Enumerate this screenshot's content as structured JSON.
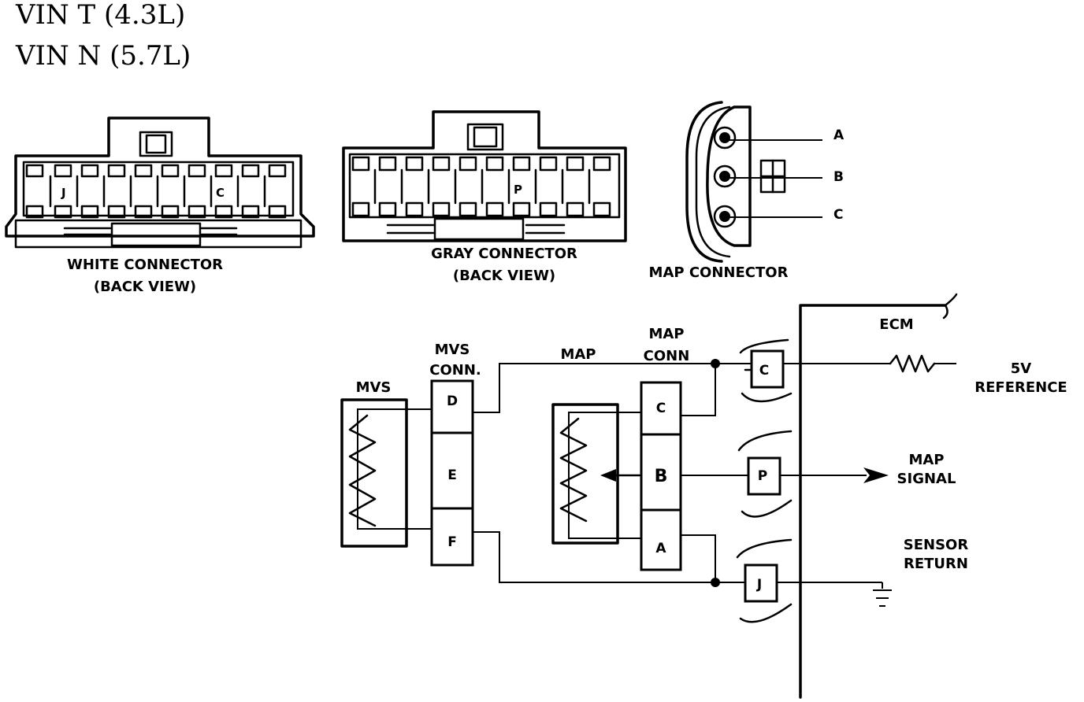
{
  "header": {
    "line1": "VIN  T  (4.3L)",
    "line2": "VIN  N  (5.7L)"
  },
  "connectors": {
    "white": {
      "pin_j": "J",
      "pin_c": "C",
      "label1": "WHITE CONNECTOR",
      "label2": "(BACK VIEW)"
    },
    "gray": {
      "pin_p": "P",
      "label1": "GRAY CONNECTOR",
      "label2": "(BACK VIEW)"
    },
    "map": {
      "pin_a": "A",
      "pin_b": "B",
      "pin_c": "C",
      "label": "MAP CONNECTOR"
    }
  },
  "schematic": {
    "mvs_label": "MVS",
    "mvs_conn_label1": "MVS",
    "mvs_conn_label2": "CONN.",
    "mvs_pins": [
      "D",
      "E",
      "F"
    ],
    "map_label": "MAP",
    "map_conn_label1": "MAP",
    "map_conn_label2": "CONN",
    "map_pins": [
      "C",
      "B",
      "A"
    ],
    "ecm_label": "ECM",
    "ecm_pins": [
      "C",
      "P",
      "J"
    ],
    "ref_label1": "5V",
    "ref_label2": "REFERENCE",
    "signal_label1": "MAP",
    "signal_label2": "SIGNAL",
    "return_label1": "SENSOR",
    "return_label2": "RETURN"
  }
}
